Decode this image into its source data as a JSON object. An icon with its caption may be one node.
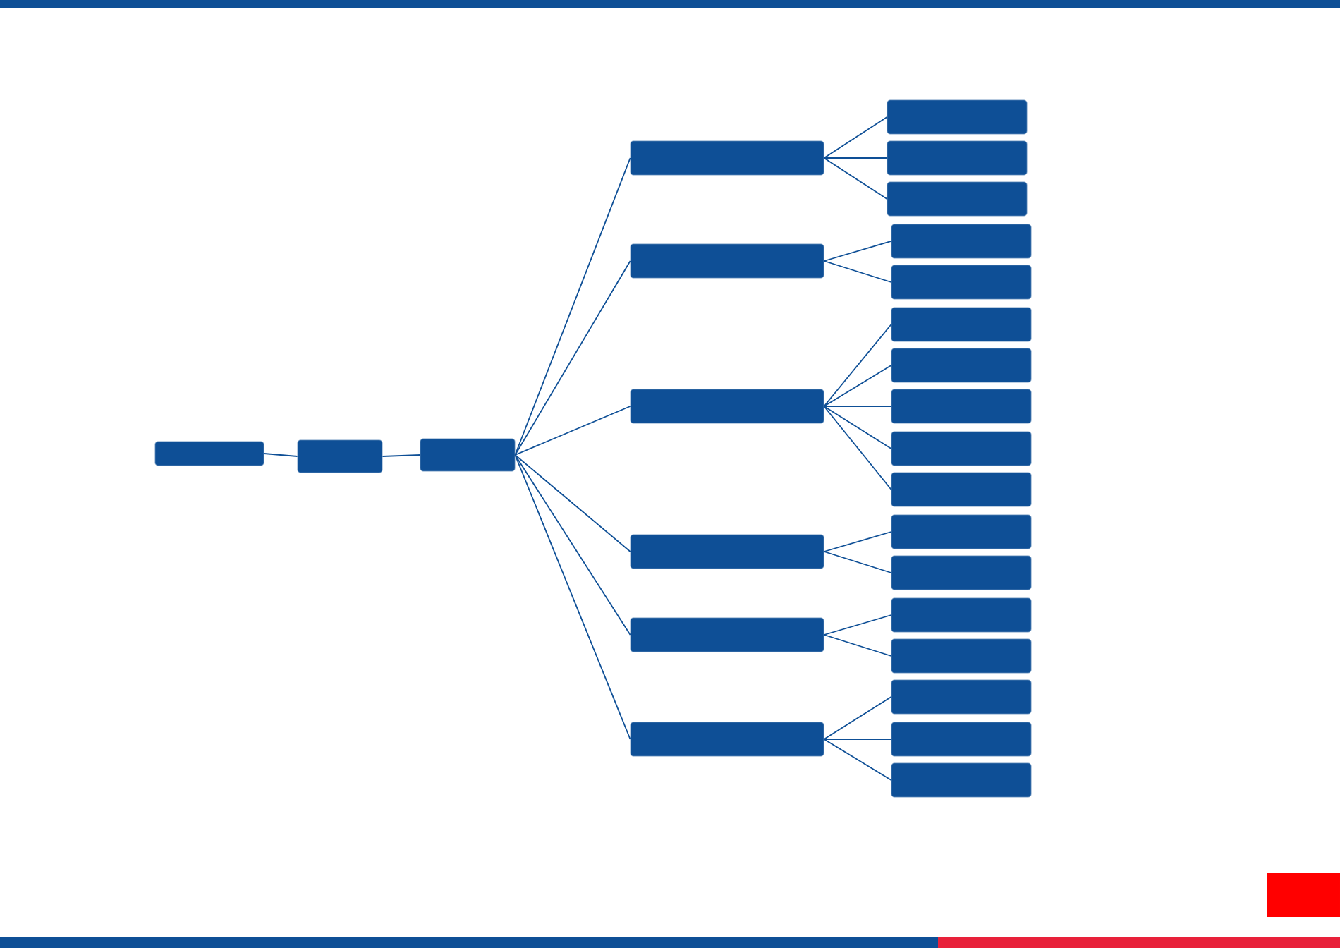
{
  "diagram": {
    "nodes": [
      {
        "text": [],
        "shape": "box"
      },
      {
        "text": [],
        "shape": "box"
      },
      {
        "text": [],
        "shape": "box"
      },
      {
        "text": [],
        "shape": "box"
      },
      {
        "text": [],
        "shape": "box"
      },
      {
        "text": [],
        "shape": "box"
      },
      {
        "text": [],
        "shape": "box"
      },
      {
        "text": [],
        "shape": "box"
      },
      {
        "text": [],
        "shape": "box"
      },
      {
        "text": [],
        "shape": "box"
      },
      {
        "text": [],
        "shape": "box"
      },
      {
        "text": [],
        "shape": "box"
      },
      {
        "text": [],
        "shape": "box"
      },
      {
        "text": [],
        "shape": "box"
      },
      {
        "text": [],
        "shape": "box"
      },
      {
        "text": [],
        "shape": "box"
      },
      {
        "text": [],
        "shape": "box"
      },
      {
        "text": [],
        "shape": "box"
      },
      {
        "text": [],
        "shape": "box"
      },
      {
        "text": [],
        "shape": "box"
      },
      {
        "text": [],
        "shape": "box"
      },
      {
        "text": [],
        "shape": "box"
      },
      {
        "text": [],
        "shape": "box"
      },
      {
        "text": [],
        "shape": "box"
      },
      {
        "text": [],
        "shape": "box"
      },
      {
        "text": [],
        "shape": "box"
      }
    ],
    "edges": [
      {
        "from": 0,
        "to": 1,
        "arrow": "none"
      },
      {
        "from": 1,
        "to": 2,
        "arrow": "none"
      },
      {
        "from": 2,
        "to": 3,
        "arrow": "none"
      },
      {
        "from": 2,
        "to": 4,
        "arrow": "none"
      },
      {
        "from": 2,
        "to": 5,
        "arrow": "none"
      },
      {
        "from": 2,
        "to": 6,
        "arrow": "none"
      },
      {
        "from": 2,
        "to": 7,
        "arrow": "none"
      },
      {
        "from": 2,
        "to": 8,
        "arrow": "none"
      },
      {
        "from": 3,
        "to": 9,
        "arrow": "none"
      },
      {
        "from": 3,
        "to": 10,
        "arrow": "none"
      },
      {
        "from": 3,
        "to": 11,
        "arrow": "none"
      },
      {
        "from": 4,
        "to": 12,
        "arrow": "none"
      },
      {
        "from": 4,
        "to": 13,
        "arrow": "none"
      },
      {
        "from": 5,
        "to": 14,
        "arrow": "none"
      },
      {
        "from": 5,
        "to": 15,
        "arrow": "none"
      },
      {
        "from": 5,
        "to": 16,
        "arrow": "none"
      },
      {
        "from": 5,
        "to": 17,
        "arrow": "none"
      },
      {
        "from": 5,
        "to": 18,
        "arrow": "none"
      },
      {
        "from": 6,
        "to": 19,
        "arrow": "none"
      },
      {
        "from": 6,
        "to": 20,
        "arrow": "none"
      },
      {
        "from": 7,
        "to": 21,
        "arrow": "none"
      },
      {
        "from": 7,
        "to": 22,
        "arrow": "none"
      },
      {
        "from": 8,
        "to": 23,
        "arrow": "none"
      },
      {
        "from": 8,
        "to": 24,
        "arrow": "none"
      },
      {
        "from": 8,
        "to": 25,
        "arrow": "none"
      }
    ]
  }
}
